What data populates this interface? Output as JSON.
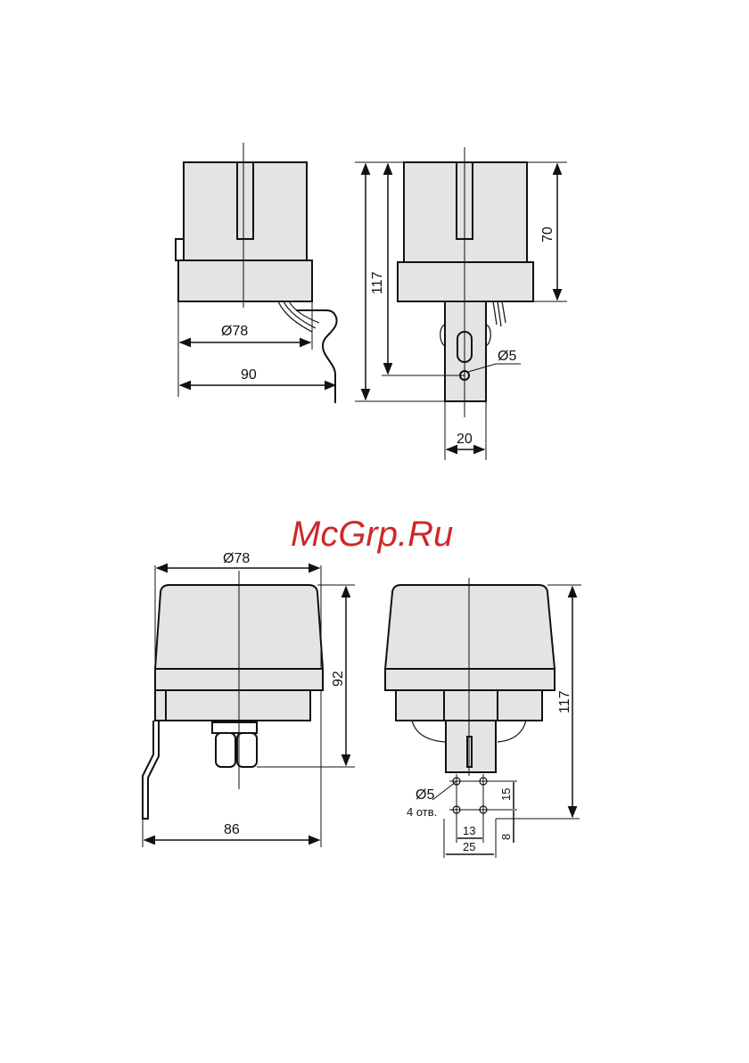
{
  "watermark": "McGrp.Ru",
  "top_side_view": {
    "diameter_label": "Ø78",
    "width_label": "90"
  },
  "top_front_view": {
    "height_total_label": "117",
    "height_cap_label": "70",
    "hole_label": "Ø5",
    "bracket_width_label": "20"
  },
  "bottom_side_view": {
    "diameter_label": "Ø78",
    "height_label": "92",
    "width_label": "86"
  },
  "bottom_front_view": {
    "height_total_label": "117",
    "hole_label": "Ø5",
    "holes_count_label": "4 отв.",
    "spacing_h_small_label": "13",
    "spacing_h_large_label": "25",
    "spacing_v_label": "15",
    "offset_v_label": "8"
  }
}
